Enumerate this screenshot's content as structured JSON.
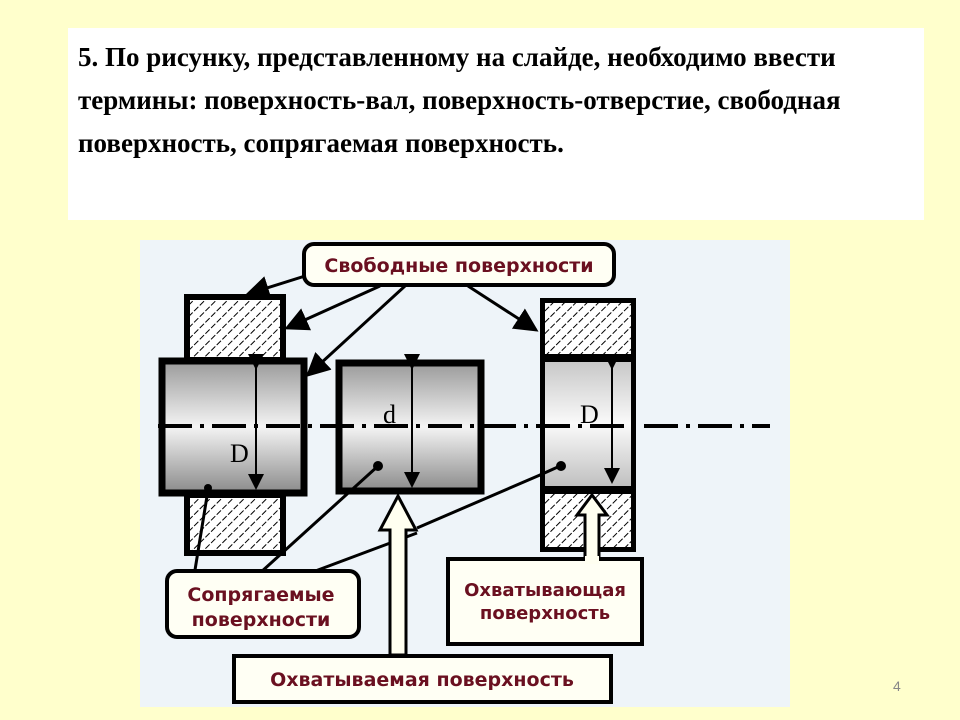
{
  "question": {
    "text": "5. По рисунку, представленному на слайде, необходимо ввести термины: поверхность-вал, поверхность-отверстие, свободная поверхность, сопрягаемая поверхность."
  },
  "diagram": {
    "free_surfaces_label": "Свободные поверхности",
    "mating_surfaces_line1": "Сопрягаемые",
    "mating_surfaces_line2": "поверхности",
    "enclosing_line1": "Охватывающая",
    "enclosing_line2": "поверхность",
    "enclosed_label": "Охватываемая поверхность",
    "dim_D_left": "D",
    "dim_d": "d",
    "dim_D_right": "D"
  },
  "slide_number": "4"
}
